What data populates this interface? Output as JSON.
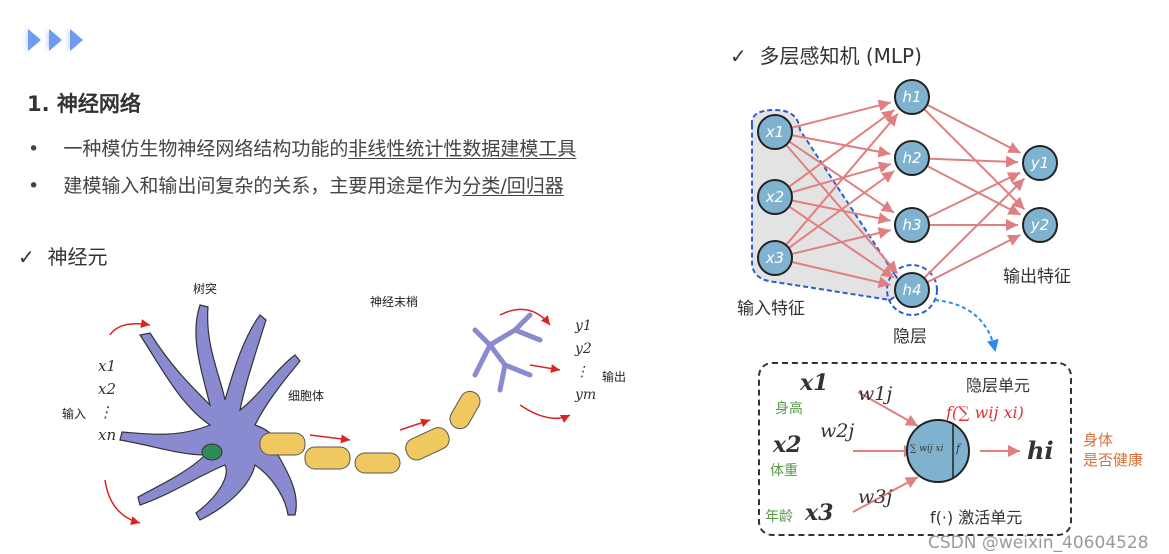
{
  "section_title": "1. 神经网络",
  "bullets": [
    {
      "text": "一种模仿生物神经网络结构功能的",
      "underlined": "非线性统计性数据建模工具"
    },
    {
      "text": "建模输入和输出间复杂的关系，主要用途是作为",
      "underlined": "分类/回归器"
    }
  ],
  "neuron": {
    "title": "神经元",
    "check": "✓",
    "labels": {
      "dendrite": "树突",
      "axon_terminal": "神经末梢",
      "cell_body": "细胞体",
      "input": "输入",
      "output": "输出"
    },
    "inputs": [
      "x1",
      "x2",
      "⋮",
      "xn"
    ],
    "outputs": [
      "y1",
      "y2",
      "⋮",
      "ym"
    ]
  },
  "mlp": {
    "title": "多层感知机 (MLP)",
    "check": "✓",
    "input_nodes": [
      "x1",
      "x2",
      "x3"
    ],
    "hidden_nodes": [
      "h1",
      "h2",
      "h3",
      "h4"
    ],
    "output_nodes": [
      "y1",
      "y2"
    ],
    "input_label": "输入特征",
    "hidden_label": "隐层",
    "output_label": "输出特征",
    "node_color": "#7fb2cf",
    "edge_color": "#e07f7f"
  },
  "unit": {
    "title": "隐层单元",
    "activation_label": "f(·) 激活单元",
    "inputs": [
      {
        "var": "x1",
        "weight": "w1j",
        "feature": "身高"
      },
      {
        "var": "x2",
        "weight": "w2j",
        "feature": "体重"
      },
      {
        "var": "x3",
        "weight": "w3j",
        "feature": "年龄"
      }
    ],
    "node_sum": "∑ wij xi",
    "node_f": "f",
    "output_formula": "f(∑ wij xi)",
    "output_var": "hi",
    "output_meaning_1": "身体",
    "output_meaning_2": "是否健康"
  },
  "watermark": "CSDN @weixin_40604528"
}
